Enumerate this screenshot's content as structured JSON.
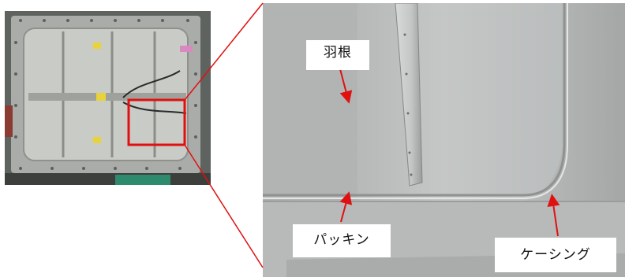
{
  "labels": {
    "blade": "羽根",
    "packing": "パッキン",
    "casing": "ケーシング"
  },
  "colors": {
    "highlight": "#e01010",
    "arrow": "#e01010",
    "metal": "#b9bdbd"
  }
}
